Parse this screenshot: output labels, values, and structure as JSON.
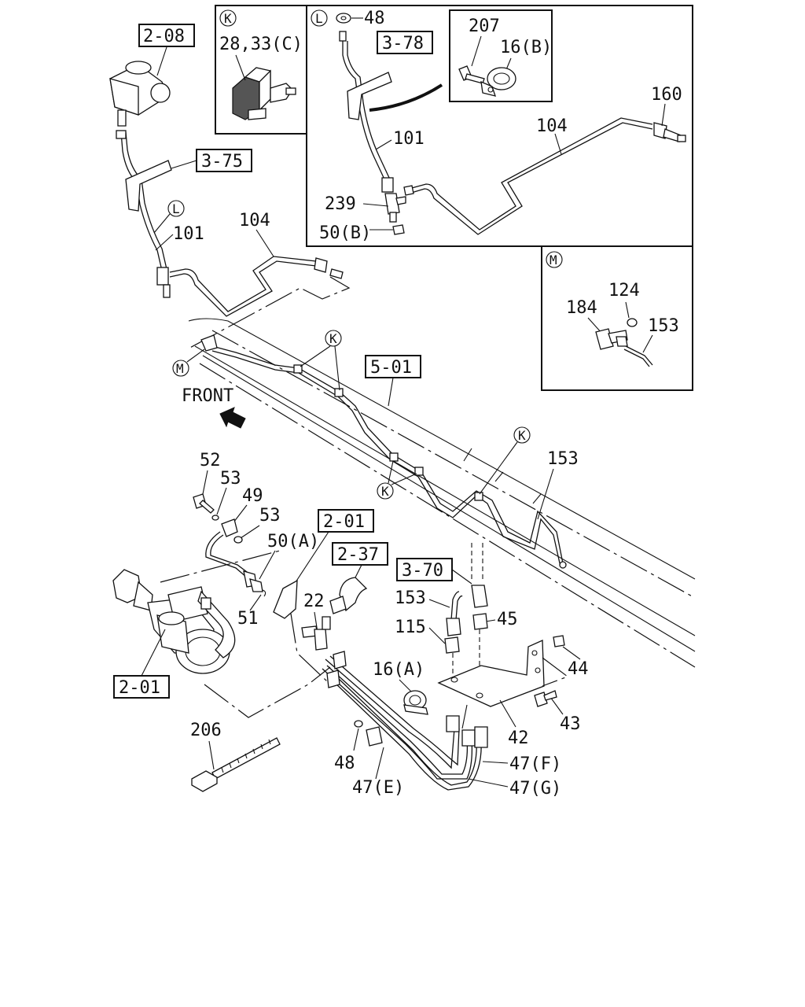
{
  "diagram": {
    "insets": {
      "k": {
        "marker": "K",
        "label": "28,33(C)"
      },
      "l": {
        "marker": "L",
        "ref": "3-78",
        "parts": [
          "48",
          "207",
          "16(B)",
          "160",
          "104",
          "101",
          "239",
          "50(B)"
        ]
      },
      "m": {
        "marker": "M",
        "parts": [
          "124",
          "184",
          "153"
        ]
      }
    },
    "upper": {
      "refs": [
        "2-08",
        "3-75"
      ],
      "markers": [
        "L",
        "M"
      ],
      "parts": [
        "101",
        "104"
      ]
    },
    "frame": {
      "ref": "5-01",
      "direction_label": "FRONT",
      "markers": [
        "K",
        "K",
        "K"
      ],
      "parts": [
        "153"
      ]
    },
    "lower": {
      "refs": [
        "2-01",
        "2-37",
        "3-70",
        "2-01"
      ],
      "parts": [
        "52",
        "53",
        "49",
        "53",
        "50(A)",
        "51",
        "22",
        "153",
        "115",
        "45",
        "16(A)",
        "44",
        "43",
        "42",
        "47(F)",
        "47(G)",
        "47(E)",
        "48",
        "206"
      ]
    }
  }
}
